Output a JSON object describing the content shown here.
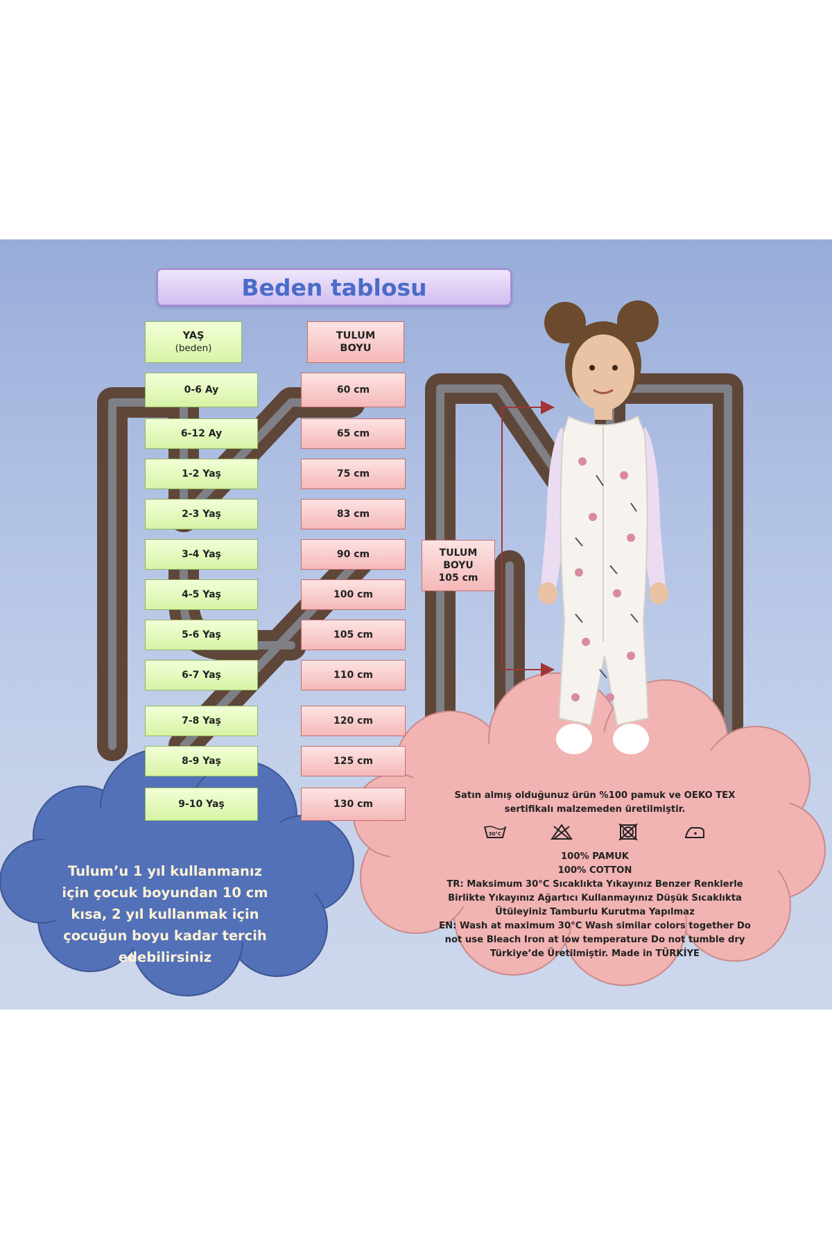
{
  "title": "Beden tablosu",
  "headers": {
    "age": "YAŞ",
    "age_sub": "(beden)",
    "length": "TULUM",
    "length_sub": "BOYU"
  },
  "rows": [
    {
      "age": "0-6 Ay",
      "length": "60 cm"
    },
    {
      "age": "6-12 Ay",
      "length": "65 cm"
    },
    {
      "age": "1-2 Yaş",
      "length": "75 cm"
    },
    {
      "age": "2-3 Yaş",
      "length": "83 cm"
    },
    {
      "age": "3-4 Yaş",
      "length": "90 cm"
    },
    {
      "age": "4-5 Yaş",
      "length": "100 cm"
    },
    {
      "age": "5-6 Yaş",
      "length": "105 cm"
    },
    {
      "age": "6-7 Yaş",
      "length": "110 cm"
    },
    {
      "age": "7-8 Yaş",
      "length": "120 cm"
    },
    {
      "age": "8-9 Yaş",
      "length": "125 cm"
    },
    {
      "age": "9-10 Yaş",
      "length": "130 cm"
    }
  ],
  "callout": {
    "line1": "TULUM",
    "line2": "BOYU",
    "line3": "105 cm"
  },
  "advice": "Tulum’u 1 yıl kullanmanız için çocuk boyundan 10 cm kısa, 2 yıl kullanmak için çocuğun boyu kadar tercih edebilirsiniz",
  "care": {
    "intro": "Satın almış olduğunuz ürün %100 pamuk ve OEKO TEX sertifikalı malzemeden üretilmiştir.",
    "icons": [
      "wash-30-icon",
      "no-bleach-icon",
      "no-tumble-dry-icon",
      "iron-low-icon"
    ],
    "wash_temp": "30°C",
    "fabric_tr": "100% PAMUK",
    "fabric_en": "100% COTTON",
    "tr": "TR: Maksimum 30°C Sıcaklıkta Yıkayınız Benzer Renklerle Birlikte Yıkayınız Ağartıcı Kullanmayınız Düşük Sıcaklıkta Ütüleyiniz Tamburlu Kurutma Yapılmaz",
    "en": "EN: Wash at maximum 30°C Wash similar colors together Do not use Bleach Iron at low temperature Do not tumble dry",
    "origin": "Türkiye’de Üretilmiştir. Made in TÜRKİYE"
  },
  "colors": {
    "title": "#4a6cc9",
    "green_box": "#d8f3a6",
    "red_box": "#f5b8b8",
    "blue_cloud": "#5271b8",
    "pink_cloud": "#f2b3b3",
    "arrow": "#a03535"
  }
}
